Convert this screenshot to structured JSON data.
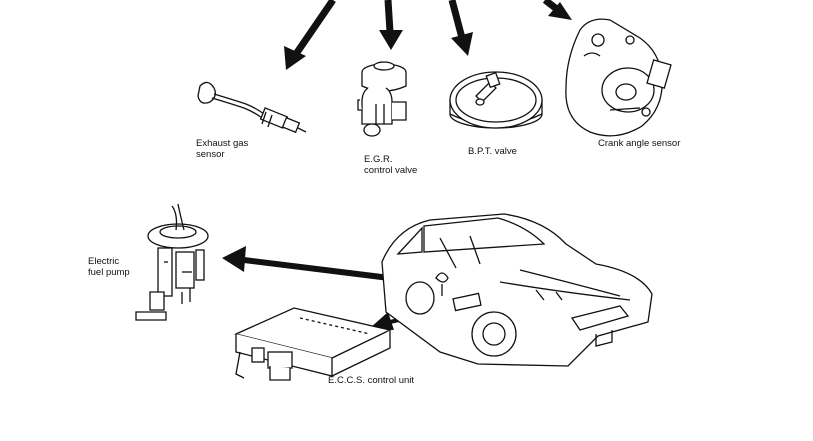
{
  "labels": {
    "exhaust_gas_sensor": [
      "Exhaust gas",
      "sensor"
    ],
    "egr_control_valve": [
      "E.G.R.",
      "control valve"
    ],
    "bpt_valve": "B.P.T. valve",
    "crank_angle_sensor": "Crank angle sensor",
    "electric_fuel_pump": [
      "Electric",
      "fuel pump"
    ],
    "eccs_control_unit": "E.C.C.S. control unit"
  }
}
